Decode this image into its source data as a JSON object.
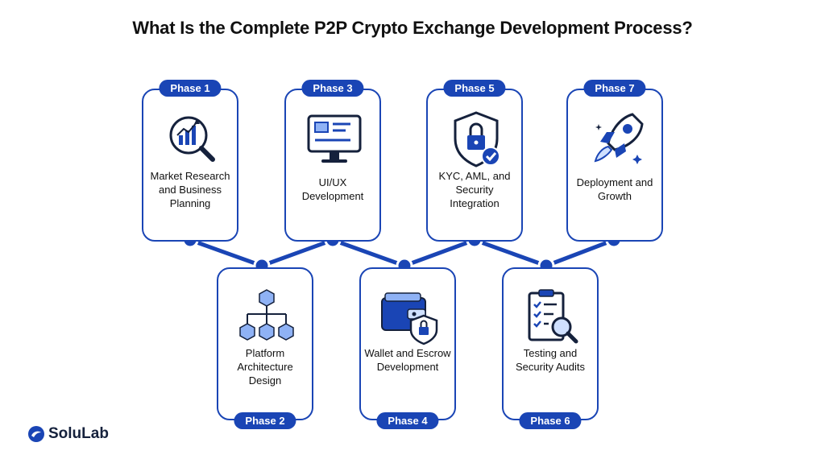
{
  "title": "What Is the Complete P2P Crypto Exchange Development Process?",
  "brand": "SoluLab",
  "colors": {
    "primary": "#1a45b5",
    "text": "#111111",
    "accent_light": "#cfe0ff"
  },
  "phases": [
    {
      "badge": "Phase 1",
      "label": "Market Research and Business Planning",
      "icon": "chart-magnifier-icon"
    },
    {
      "badge": "Phase 2",
      "label": "Platform Architecture Design",
      "icon": "network-cubes-icon"
    },
    {
      "badge": "Phase 3",
      "label": "UI/UX Development",
      "icon": "monitor-icon"
    },
    {
      "badge": "Phase 4",
      "label": "Wallet and Escrow Development",
      "icon": "wallet-lock-icon"
    },
    {
      "badge": "Phase 5",
      "label": "KYC, AML, and Security Integration",
      "icon": "shield-lock-icon"
    },
    {
      "badge": "Phase 6",
      "label": "Testing and Security Audits",
      "icon": "checklist-magnifier-icon"
    },
    {
      "badge": "Phase 7",
      "label": "Deployment and Growth",
      "icon": "rocket-icon"
    }
  ]
}
